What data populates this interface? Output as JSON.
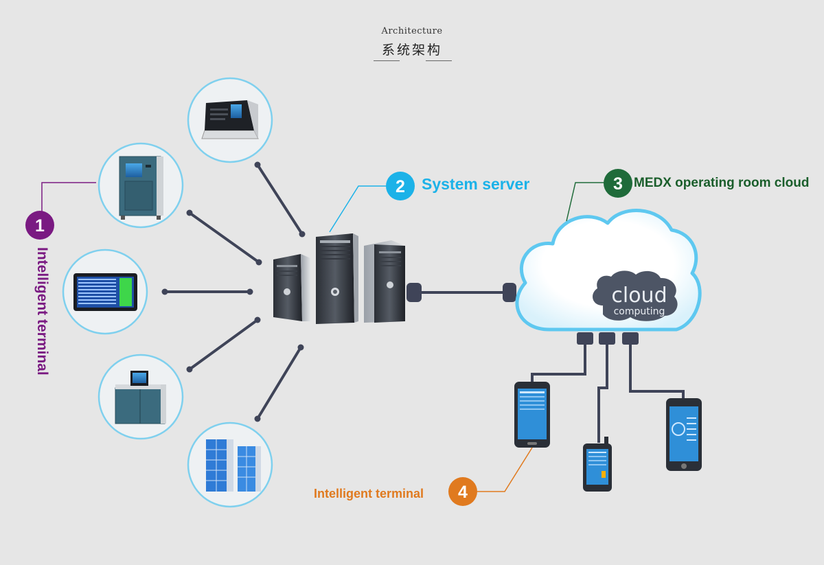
{
  "header": {
    "title_en": "Architecture",
    "title_cn": "系统架构"
  },
  "nodes": [
    {
      "number": "1",
      "label": "Intelligent terminal"
    },
    {
      "number": "2",
      "label": "System server"
    },
    {
      "number": "3",
      "label": "MEDX operating room cloud"
    },
    {
      "number": "4",
      "label": "Intelligent terminal"
    }
  ],
  "cloud_badge": {
    "line1": "cloud",
    "line2": "computing"
  },
  "colors": {
    "node1": "#7a1a82",
    "node2": "#1cb2e8",
    "node3": "#1f6b3a",
    "node4": "#e07a1f",
    "connector": "#3f4458",
    "device_teal": "#3b6b7e",
    "cloud_glow": "#5ec8f0"
  },
  "icons": {
    "device_1": "desktop-terminal-icon",
    "device_2": "tall-cabinet-icon",
    "device_3": "wall-display-monitor-icon",
    "device_4": "bench-cabinet-icon",
    "device_5": "storage-locker-icon",
    "server": "server-tower-icon",
    "cloud": "cloud-icon",
    "phones": [
      "smartphone-icon",
      "handheld-scanner-icon",
      "smartphone-icon"
    ]
  }
}
